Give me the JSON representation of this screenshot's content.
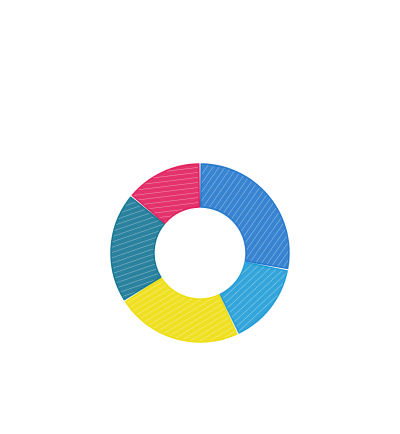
{
  "chart_data": {
    "type": "pie",
    "style": "donut, hand-sketched hatch fill",
    "slices": [
      {
        "value": 28,
        "color": "#2277cc"
      },
      {
        "value": 15,
        "color": "#1d9bd6"
      },
      {
        "value": 23,
        "color": "#eedd0b"
      },
      {
        "value": 20,
        "color": "#137594"
      },
      {
        "value": 14,
        "color": "#e21d5c"
      }
    ],
    "start_angle_deg": 0,
    "direction": "clockwise",
    "legend": "none",
    "labels": "none"
  }
}
